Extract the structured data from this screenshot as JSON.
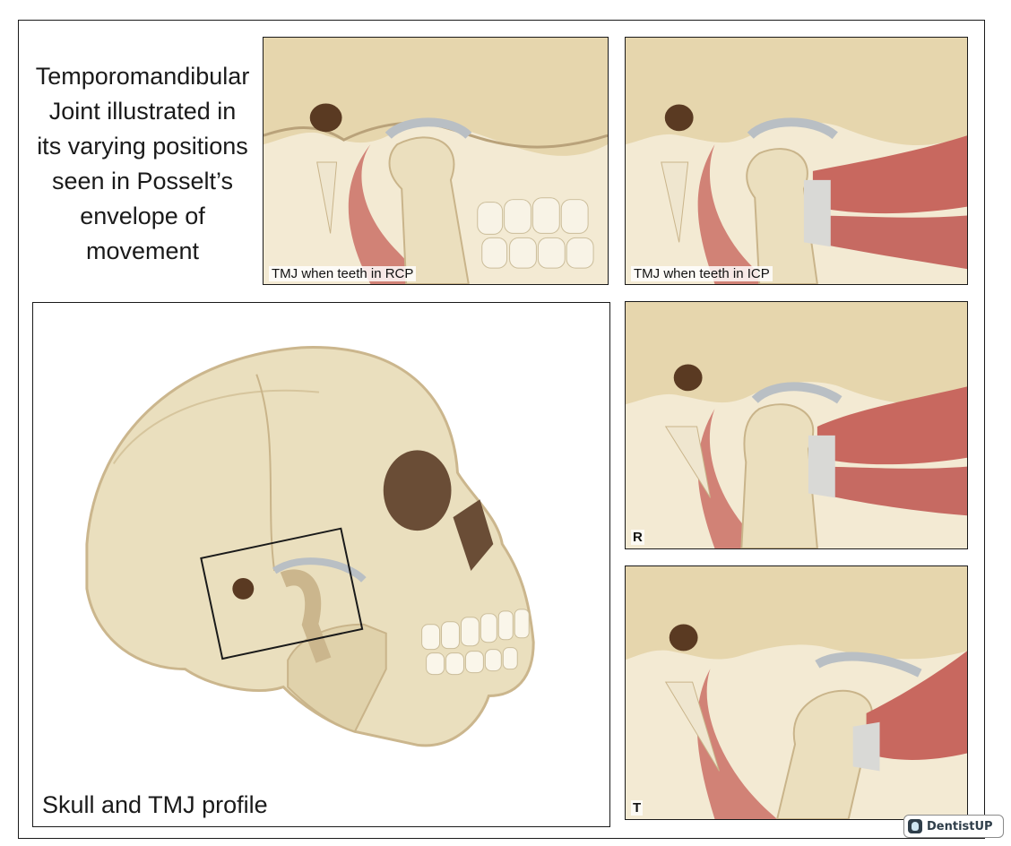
{
  "title_lines": [
    "Temporomandibular",
    "Joint illustrated in",
    "its varying positions",
    "seen in Posselt’s",
    "envelope of",
    "movement"
  ],
  "panels": {
    "rcp": {
      "caption": "TMJ when teeth in RCP"
    },
    "icp": {
      "caption": "TMJ when teeth in ICP"
    },
    "r": {
      "label": "R"
    },
    "t": {
      "label": "T"
    }
  },
  "skull": {
    "caption": "Skull and TMJ profile"
  },
  "watermark": {
    "text": "DentistUP",
    "icon": "tooth-icon"
  },
  "colors": {
    "bone": "#e9dcb8",
    "bone_shadow": "#c9b48a",
    "muscle": "#c8685f",
    "ligament": "#d9d9d6",
    "cartilage": "#b9bfc4",
    "frame": "#1a1a1a"
  }
}
